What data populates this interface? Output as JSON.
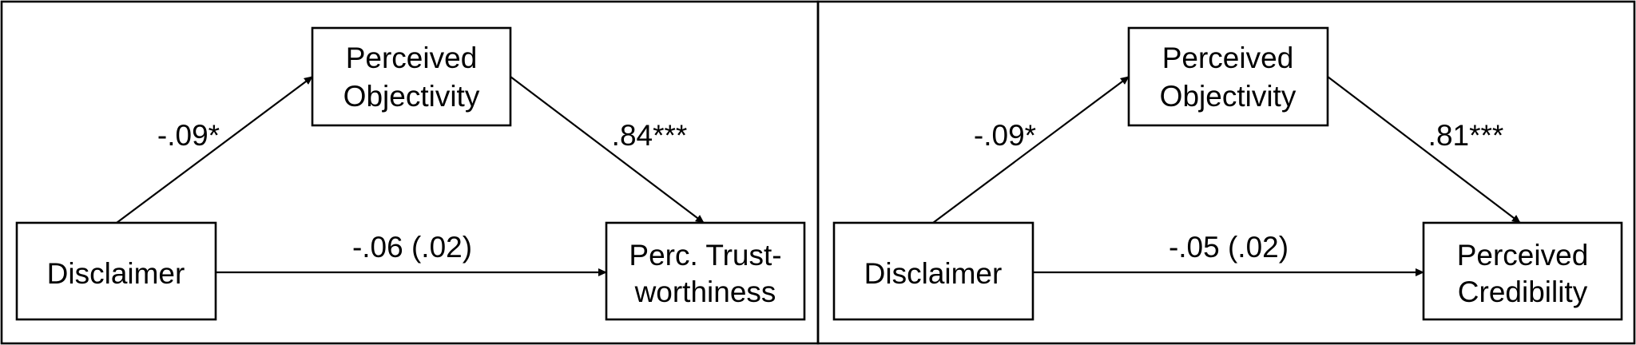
{
  "panels": [
    {
      "mediator_line1": "Perceived",
      "mediator_line2": "Objectivity",
      "predictor": "Disclaimer",
      "outcome_line1": "Perc. Trust-",
      "outcome_line2": "worthiness",
      "path_a": "-.09*",
      "path_b": ".84***",
      "path_c": "-.06 (.02)"
    },
    {
      "mediator_line1": "Perceived",
      "mediator_line2": "Objectivity",
      "predictor": "Disclaimer",
      "outcome_line1": "Perceived",
      "outcome_line2": "Credibility",
      "path_a": "-.09*",
      "path_b": ".81***",
      "path_c": "-.05 (.02)"
    }
  ],
  "colors": {
    "line": "#000000",
    "background": "#ffffff"
  }
}
